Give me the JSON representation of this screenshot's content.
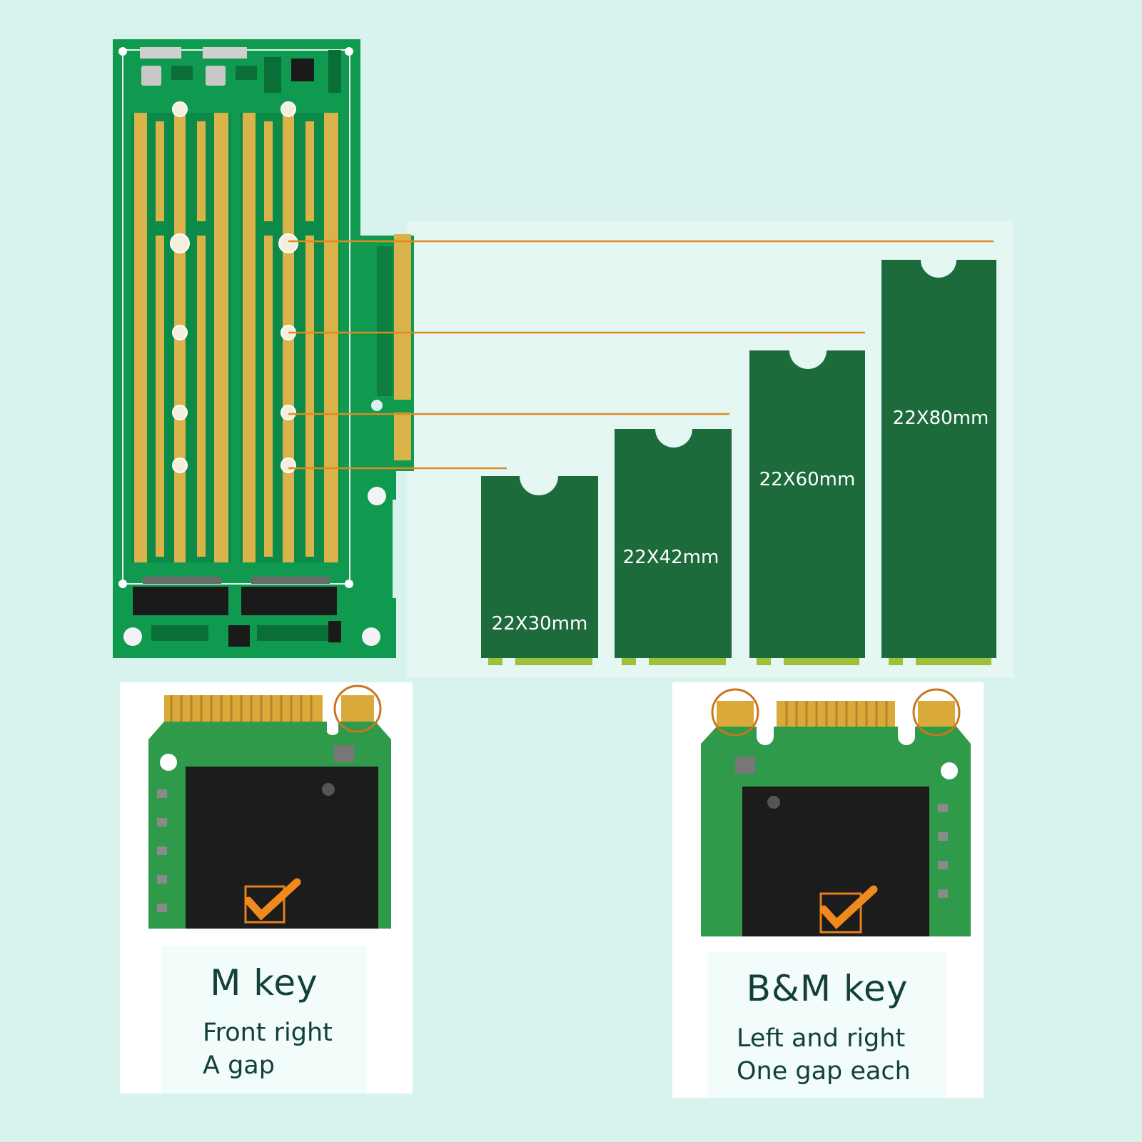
{
  "modules": [
    {
      "label": "22X30mm"
    },
    {
      "label": "22X42mm"
    },
    {
      "label": "22X60mm"
    },
    {
      "label": "22X80mm"
    }
  ],
  "keys": {
    "m_key": {
      "title": "M key",
      "desc_line1": "Front right",
      "desc_line2": "A gap"
    },
    "bm_key": {
      "title": "B&M key",
      "desc_line1": "Left and right",
      "desc_line2": "One gap each"
    }
  },
  "colors": {
    "background": "#d8f3ee",
    "pcb_green": "#0f9a50",
    "module_green": "#1d6b3b",
    "gold": "#d9b24a",
    "guide_orange": "#e08a1e"
  }
}
